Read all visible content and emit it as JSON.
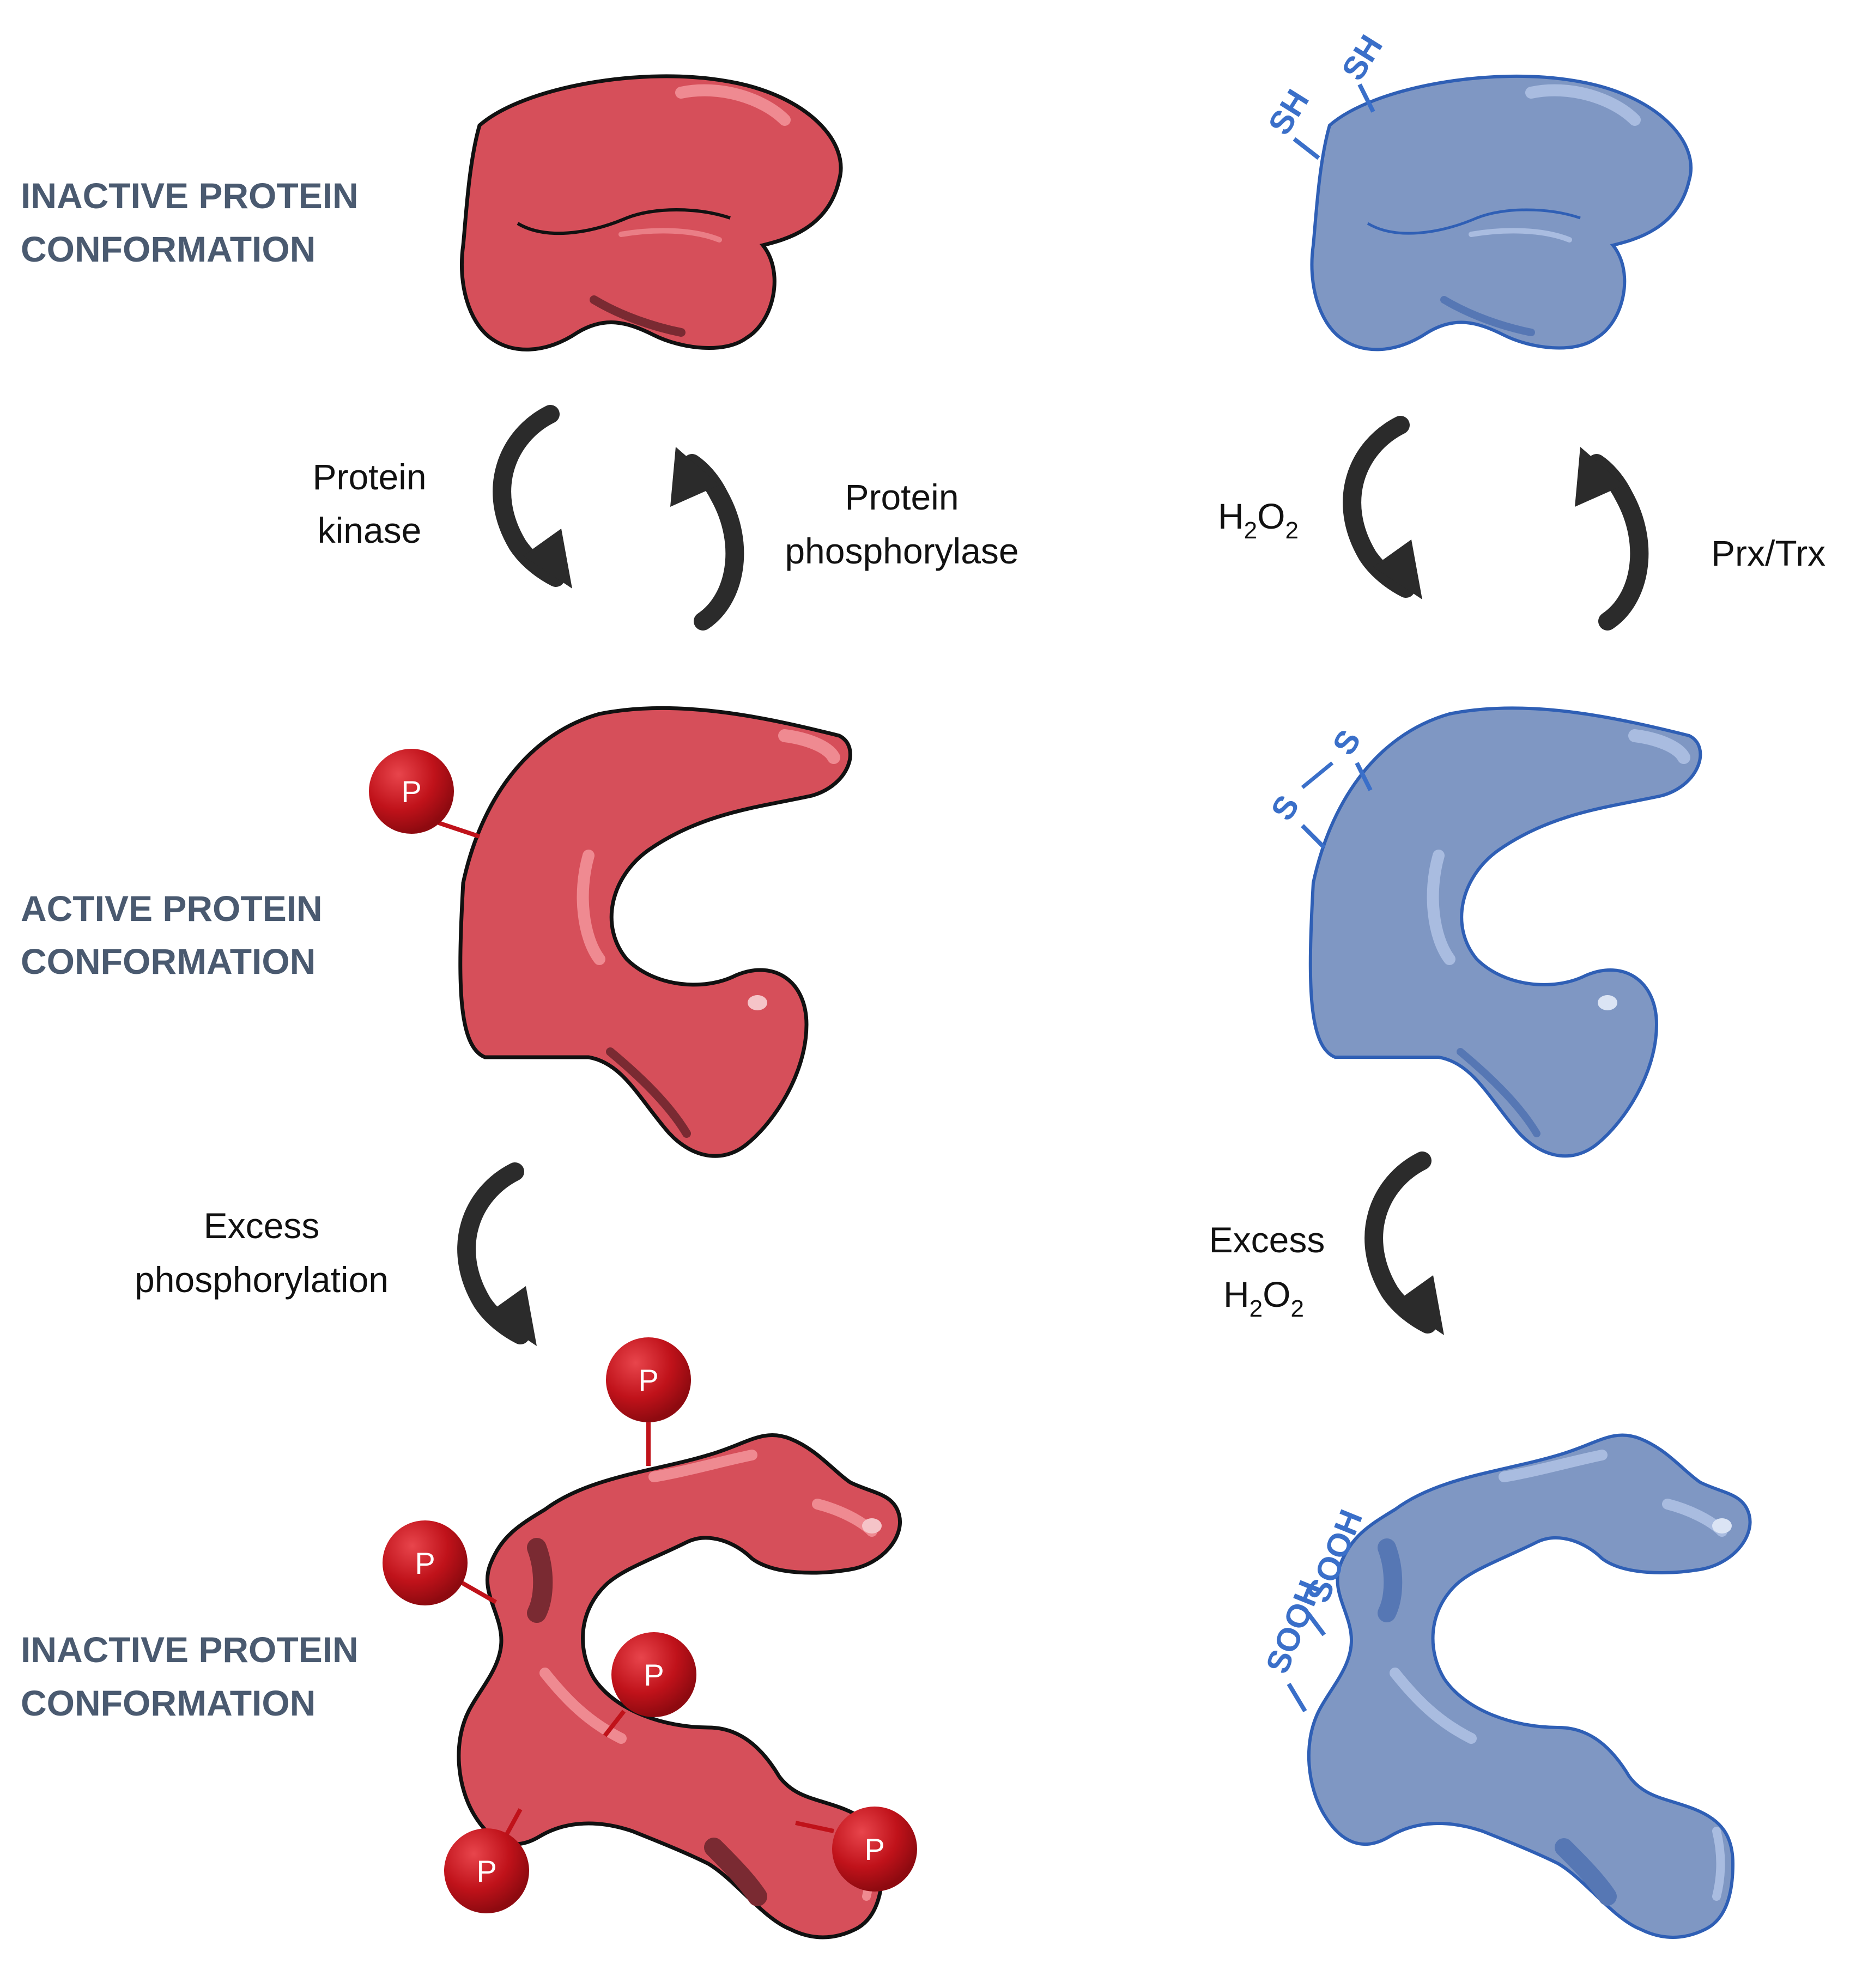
{
  "labels": {
    "row1": [
      "INACTIVE PROTEIN",
      "CONFORMATION"
    ],
    "row2": [
      "ACTIVE PROTEIN",
      "CONFORMATION"
    ],
    "row3": [
      "INACTIVE PROTEIN",
      "CONFORMATION"
    ]
  },
  "steps": {
    "kinase": [
      "Protein",
      "kinase"
    ],
    "phosphorylase": [
      "Protein",
      "phosphorylase"
    ],
    "excess_phos": [
      "Excess",
      "phosphorylation"
    ],
    "h2o2_main": "H",
    "h2o2_sub1": "2",
    "h2o2_mid": "O",
    "h2o2_sub2": "2",
    "prx_trx": "Prx/Trx",
    "excess_h2o2_line1": "Excess",
    "excess_h2o2_main": "H",
    "excess_h2o2_sub1": "2",
    "excess_h2o2_mid": "O",
    "excess_h2o2_sub2": "2"
  },
  "groups": {
    "thiol": "SH",
    "sulfur": "S",
    "sulfinic": "SOOH",
    "phosphate": "P"
  },
  "colors": {
    "red_fill": "#d64f5a",
    "red_highlight": "#ef8a91",
    "red_dark": "#7a2a32",
    "blue_fill": "#7f97c3",
    "blue_stroke": "#2f5fb5",
    "blue_highlight": "#a9bce0",
    "blue_dark": "#5677b4",
    "blue_label": "#3a6fc9",
    "phosphate": "#c0121a",
    "arrow": "#2b2b2b",
    "label_grey": "#4a5a70"
  }
}
